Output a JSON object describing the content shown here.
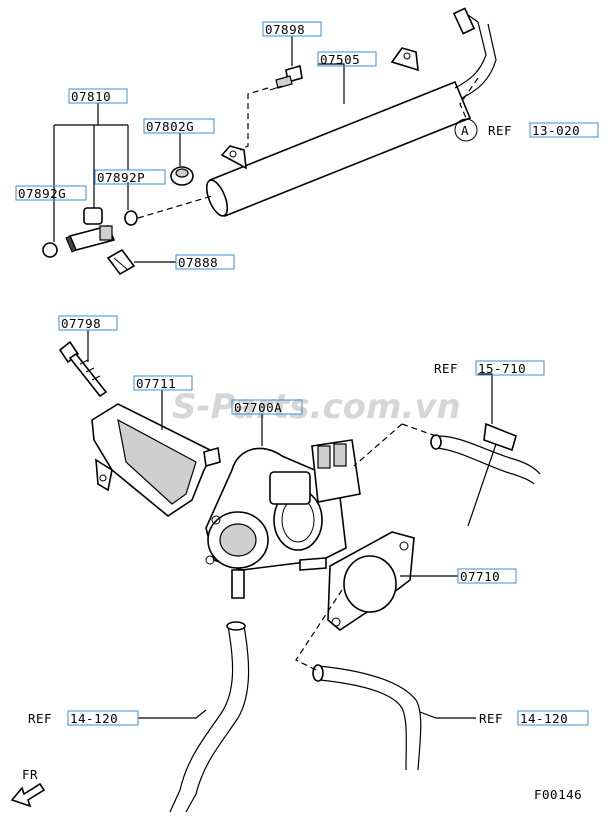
{
  "watermark": "S-Parts.com.vn",
  "parts": {
    "p07898": "07898",
    "p07505": "07505",
    "p07810": "07810",
    "p07802G": "07802G",
    "p07892G": "07892G",
    "p07892P": "07892P",
    "p07888": "07888",
    "p07798": "07798",
    "p07711": "07711",
    "p07700A": "07700A",
    "p07710": "07710"
  },
  "refs": {
    "circle_letter": "A",
    "ref_word": "REF",
    "ref_13_020": "13-020",
    "ref_15_710": "15-710",
    "ref_14_120_left": "14-120",
    "ref_14_120_right": "14-120"
  },
  "footer": {
    "fr_label": "FR",
    "figure_code": "F00146"
  },
  "colors": {
    "label_box": "#3b8fd6",
    "line": "#000000"
  }
}
